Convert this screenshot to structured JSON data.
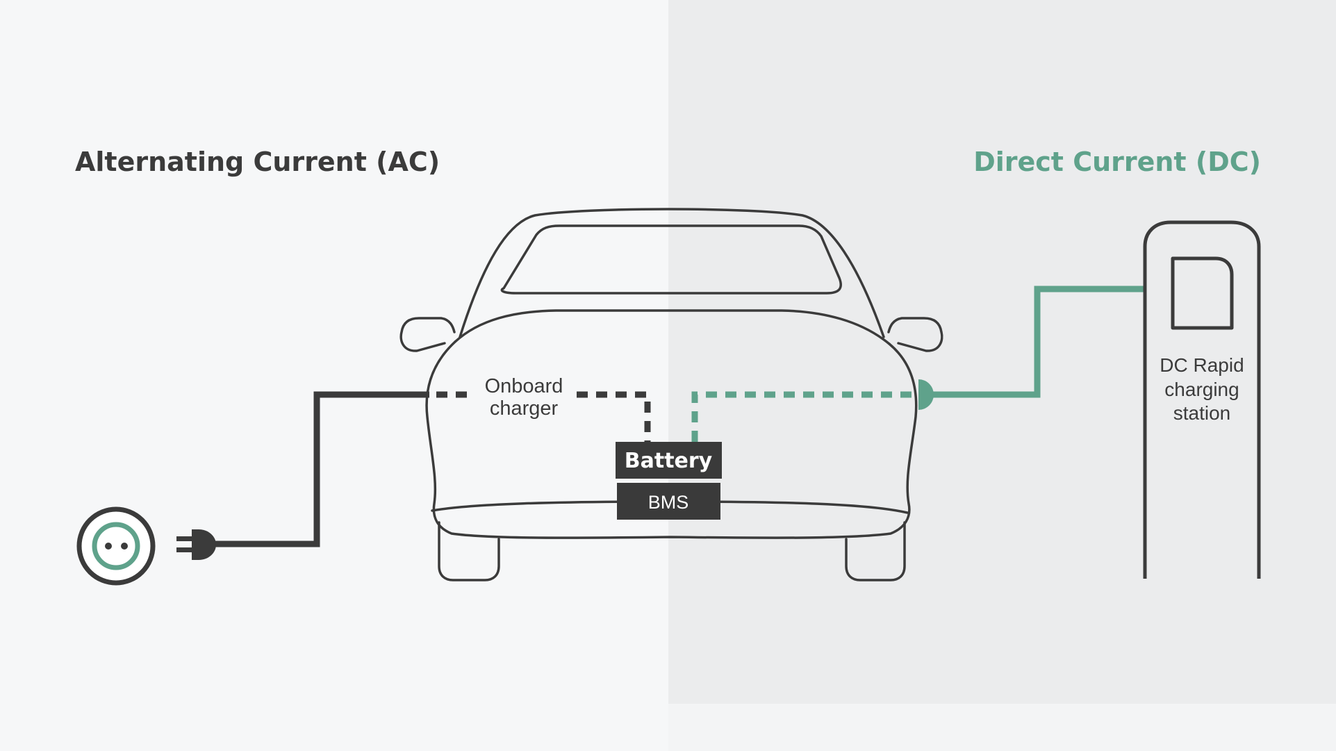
{
  "colors": {
    "bg_left": "#f6f7f8",
    "bg_right": "#ebeced",
    "ink": "#3b3b3b",
    "accent_green": "#5fa28b",
    "box_fill": "#3a3a3a",
    "box_text": "#ffffff"
  },
  "headings": {
    "ac": "Alternating Current (AC)",
    "dc": "Direct Current (DC)"
  },
  "labels": {
    "onboard_line1": "Onboard",
    "onboard_line2": "charger",
    "battery": "Battery",
    "bms": "BMS",
    "station_line1": "DC Rapid",
    "station_line2": "charging",
    "station_line3": "station"
  },
  "icons": {
    "outlet": "wall-socket-icon",
    "plug": "power-plug-icon",
    "car": "car-front-outline",
    "station": "charging-station-outline"
  }
}
